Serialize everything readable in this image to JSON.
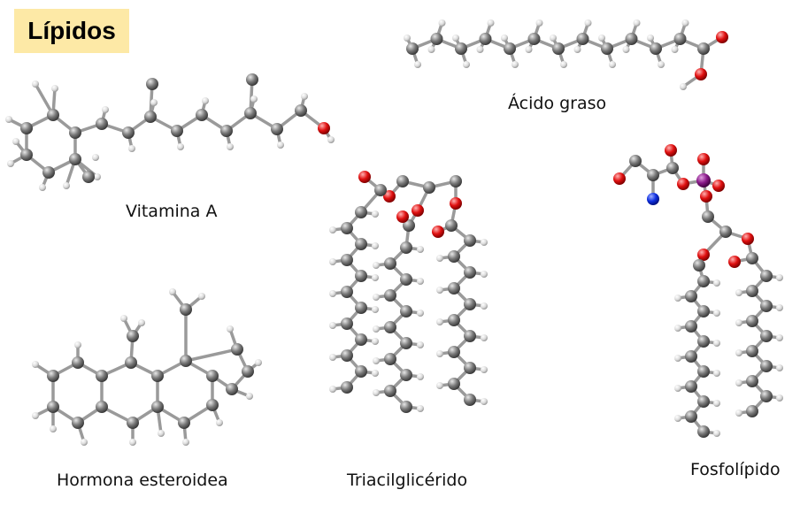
{
  "title": "Lípidos",
  "colors": {
    "title_bg": "#fde9a6",
    "carbon": "#7a7a7a",
    "hydrogen": "#e6e6e6",
    "oxygen": "#e01010",
    "nitrogen": "#1030e0",
    "phosphorus": "#8a1a8a",
    "bond": "#9a9a9a"
  },
  "molecules": [
    {
      "id": "acido-graso",
      "label": "Ácido graso"
    },
    {
      "id": "vitamina-a",
      "label": "Vitamina A"
    },
    {
      "id": "triacilglicerido",
      "label": "Triacilglicérido"
    },
    {
      "id": "fosfolipido",
      "label": "Fosfolípido"
    },
    {
      "id": "hormona-esteroidea",
      "label": "Hormona esteroidea"
    }
  ]
}
